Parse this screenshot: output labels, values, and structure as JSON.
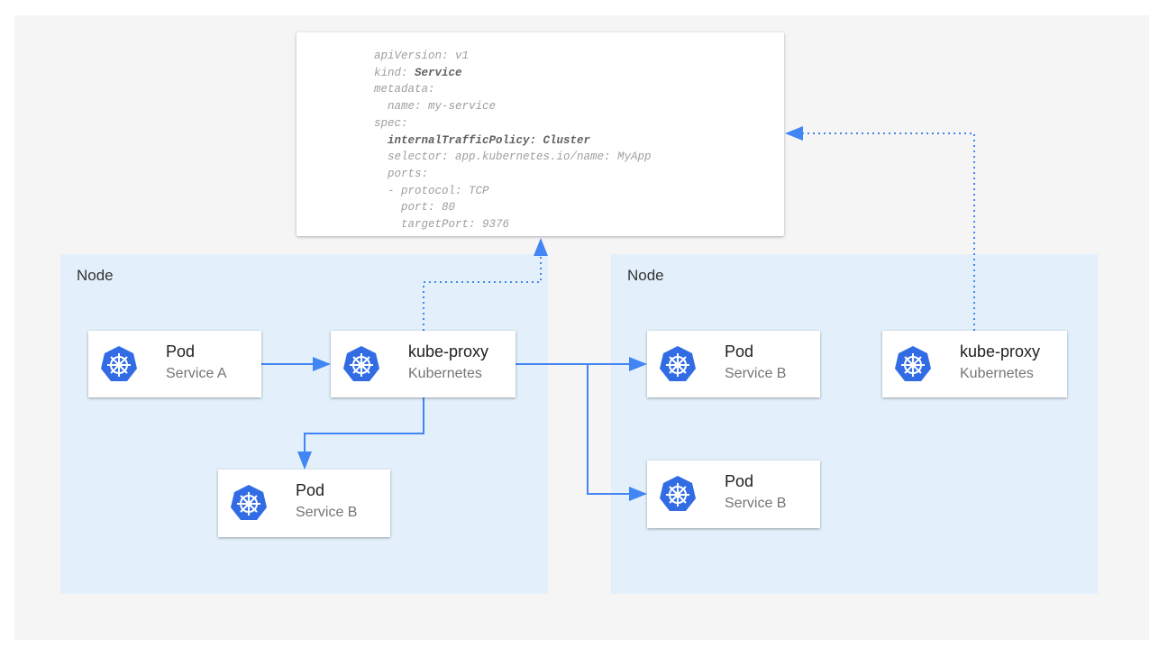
{
  "yaml": {
    "l1": "apiVersion: v1",
    "l2k": "kind: ",
    "l2v": "Service",
    "l3": "metadata:",
    "l4": "  name: my-service",
    "l5": "spec:",
    "l6": "  internalTrafficPolicy: Cluster",
    "l7": "  selector: app.kubernetes.io/name: MyApp",
    "l8": "  ports:",
    "l9": "  - protocol: TCP",
    "l10": "    port: 80",
    "l11": "    targetPort: 9376"
  },
  "nodes": [
    {
      "label": "Node"
    },
    {
      "label": "Node"
    }
  ],
  "cards": [
    {
      "title": "Pod",
      "subtitle": "Service A",
      "icon": "kubernetes-helm-icon"
    },
    {
      "title": "kube-proxy",
      "subtitle": "Kubernetes",
      "icon": "kubernetes-helm-icon"
    },
    {
      "title": "Pod",
      "subtitle": "Service B",
      "icon": "kubernetes-helm-icon"
    },
    {
      "title": "Pod",
      "subtitle": "Service B",
      "icon": "kubernetes-helm-icon"
    },
    {
      "title": "Pod",
      "subtitle": "Service B",
      "icon": "kubernetes-helm-icon"
    },
    {
      "title": "kube-proxy",
      "subtitle": "Kubernetes",
      "icon": "kubernetes-helm-icon"
    }
  ],
  "colors": {
    "arrow": "#4285f4",
    "icon": "#326ce5",
    "node_bg": "#e3f0fb"
  }
}
